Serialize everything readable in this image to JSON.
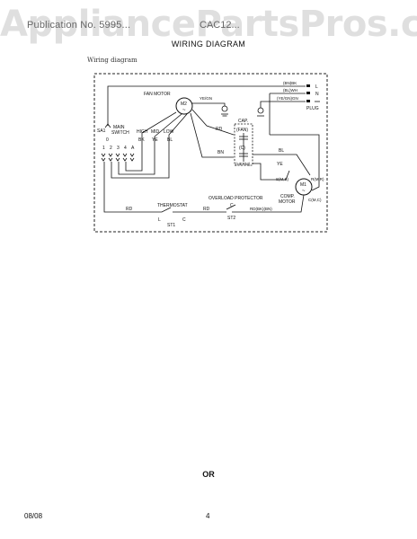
{
  "header": {
    "left_text": "Publication No. 5995...",
    "right_text": "CAC12...",
    "watermark": "AppliancePartsPros.com",
    "subtitle": "WIRING DIAGRAM",
    "caption": "Wiring diagram"
  },
  "diagram": {
    "fan_motor": "FAN MOTOR",
    "m2": "M2",
    "tilde": "~",
    "ye_gn_top": "YE/GN",
    "plug_bnbk": "(BN)BK",
    "plug_blwh": "(BL)WH",
    "plug_yegn": "(YE/GN)GN",
    "plug_l": "L",
    "plug_n": "N",
    "plug": "PLUG",
    "sa1": "SA1",
    "main": "MAIN",
    "switch": "SWITCH",
    "zero": "0",
    "n1": "1",
    "n2": "2",
    "n3": "3",
    "n4": "4",
    "na": "A",
    "high": "HIGH",
    "mid": "MID",
    "low": "LOW",
    "bk": "BK",
    "ye_mid": "YE",
    "bl_low": "BL",
    "rd_cap": "RD",
    "bn_cap": "BN",
    "cap": "CAP.",
    "fan_term": "(FAN)",
    "c_term": "(C)",
    "herm_term": "(HERM)",
    "bl_right": "BL",
    "ye_right": "YE",
    "rmr": "R(M,R)",
    "sms": "S(M,S)",
    "m1": "M1",
    "comp1": "COMP.",
    "comp2": "MOTOR",
    "cmc": "C(M,C)",
    "overload": "OVERLOAD PROTECTOR",
    "c_ol": "C",
    "st2": "ST2",
    "rd_bottom": "RD",
    "thermostat": "THERMOSTAT",
    "rd_mid": "RD",
    "rdbkbn": "RD(BK)(BN)",
    "st1": "ST1",
    "l_t": "L",
    "c_t": "C"
  },
  "footer": {
    "or_label": "OR",
    "date": "08/08",
    "page": "4"
  }
}
